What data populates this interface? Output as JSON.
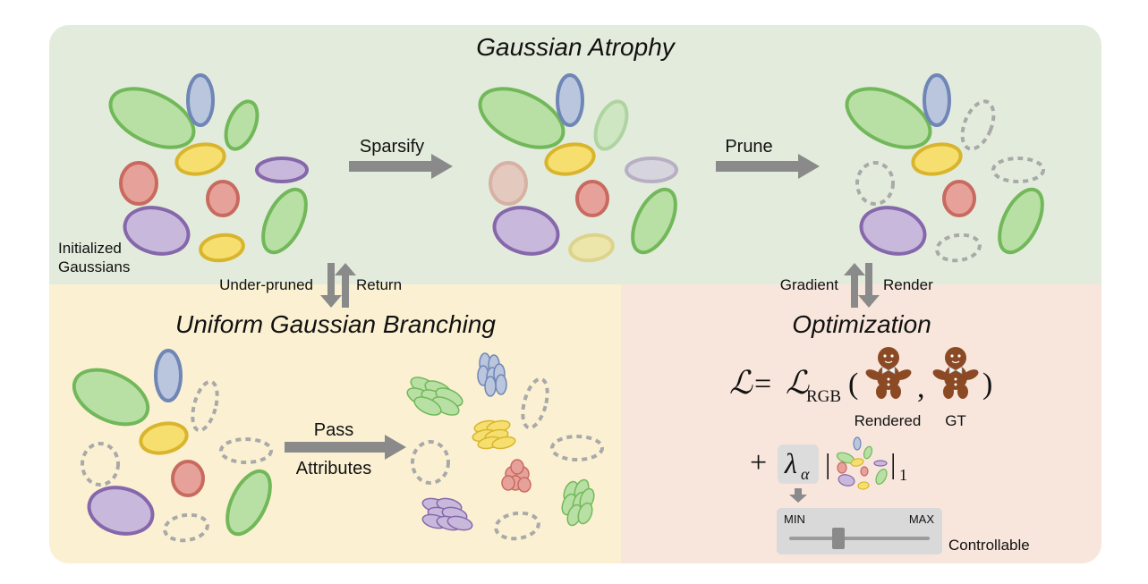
{
  "colors": {
    "panel_atrophy": "#e3ecdc",
    "panel_branching": "#fbf1d2",
    "panel_optimization": "#f8e6dc",
    "arrow": "#8a8a8a",
    "green": "#b8e0a4",
    "green_stroke": "#72b85a",
    "blue": "#b9c6dd",
    "blue_stroke": "#6f86b6",
    "yellow": "#f6df6f",
    "yellow_stroke": "#d9b52e",
    "red": "#e6a29a",
    "red_stroke": "#c96a5f",
    "purple": "#c8b9dc",
    "purple_stroke": "#8667ab",
    "dashed": "#a9a9a9",
    "slider_bg": "#d9d9d9",
    "lambda_box": "#dcdcdc",
    "gingerbread": "#8b4a24"
  },
  "atrophy": {
    "title": "Gaussian Atrophy",
    "initialized_label_line1": "Initialized",
    "initialized_label_line2": "Gaussians",
    "sparsify": "Sparsify",
    "prune": "Prune"
  },
  "links": {
    "under_pruned": "Under-pruned",
    "return": "Return",
    "gradient": "Gradient",
    "render": "Render"
  },
  "branching": {
    "title": "Uniform Gaussian Branching",
    "pass_line1": "Pass",
    "pass_line2": "Attributes"
  },
  "optimization": {
    "title": "Optimization",
    "loss_symbol": "ℒ",
    "equals": "=",
    "rgb_loss_symbol": "ℒ",
    "rgb_subscript": "RGB",
    "open_paren": "(",
    "comma": ",",
    "close_paren": ")",
    "rendered": "Rendered",
    "gt": "GT",
    "plus": "+",
    "lambda": "λ",
    "lambda_sub": "α",
    "norm_open": "|",
    "norm_close": "|",
    "norm_sub": "1",
    "slider_min": "MIN",
    "slider_max": "MAX",
    "slider_value": 0.35,
    "controllable": "Controllable"
  }
}
